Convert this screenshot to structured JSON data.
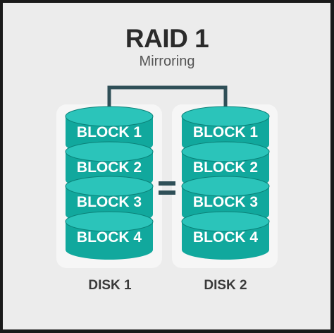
{
  "title": "RAID 1",
  "subtitle": "Mirroring",
  "disks": [
    {
      "label": "DISK 1",
      "blocks": [
        "BLOCK 1",
        "BLOCK 2",
        "BLOCK 3",
        "BLOCK 4"
      ]
    },
    {
      "label": "DISK 2",
      "blocks": [
        "BLOCK 1",
        "BLOCK 2",
        "BLOCK 3",
        "BLOCK 4"
      ]
    }
  ],
  "colors": {
    "block_top": "#2bc4ba",
    "block_body": "#11a89d",
    "block_rim": "#0b8178",
    "connector": "#2f4f57",
    "equals": "#2f4f57",
    "disk_bg": "#f6f6f6"
  }
}
